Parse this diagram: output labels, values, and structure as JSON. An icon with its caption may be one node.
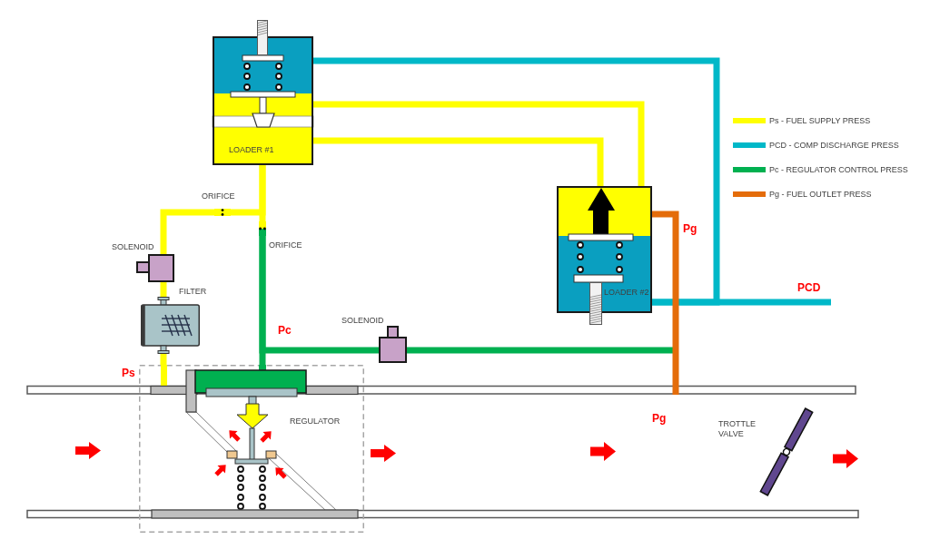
{
  "diagram": {
    "nodes": [
      {
        "text": [
          "LOADER #1"
        ]
      },
      {
        "text": [
          "LOADER #2"
        ]
      },
      {
        "text": [
          "ORIFICE"
        ]
      },
      {
        "text": [
          "ORIFICE"
        ]
      },
      {
        "text": [
          "SOLENOID"
        ]
      },
      {
        "text": [
          "FILTER"
        ]
      },
      {
        "text": [
          "SOLENOID"
        ]
      },
      {
        "text": [
          "REGULATOR"
        ]
      },
      {
        "text": [
          "TROTTLE VALVE"
        ]
      }
    ],
    "edges": [
      {
        "from": 0,
        "to": 1,
        "arrow": "none",
        "color": "#00b8c8"
      },
      {
        "from": 0,
        "to": 1,
        "arrow": "none"
      },
      {
        "from": 0,
        "to": 1,
        "arrow": "none"
      },
      {
        "from": 0,
        "to": 2,
        "arrow": "none"
      },
      {
        "from": 2,
        "to": 4,
        "arrow": "none"
      },
      {
        "from": 4,
        "to": 5,
        "arrow": "none"
      },
      {
        "from": 5,
        "to": 7,
        "arrow": "none"
      },
      {
        "from": 0,
        "to": 3,
        "arrow": "none"
      },
      {
        "from": 3,
        "to": 7,
        "arrow": "none",
        "color": "#00b050"
      },
      {
        "from": 3,
        "to": 6,
        "arrow": "none",
        "color": "#00b050"
      },
      {
        "from": 6,
        "to": null,
        "arrow": "none",
        "color": "#00b050"
      },
      {
        "from": 1,
        "to": null,
        "arrow": "none",
        "color": "#00b8c8"
      },
      {
        "from": 1,
        "to": null,
        "arrow": "none",
        "color": "#e46c0a"
      }
    ],
    "labels": [
      "Pg",
      "PCD",
      "Pc",
      "Ps",
      "Pg"
    ],
    "legend": [
      {
        "text": "Ps - FUEL SUPPLY PRESS",
        "color": "#ffff00"
      },
      {
        "text": "PCD - COMP DISCHARGE PRESS",
        "color": "#00b8c8"
      },
      {
        "text": "Pc - REGULATOR CONTROL PRESS",
        "color": "#00b050"
      },
      {
        "text": "Pg - FUEL OUTLET PRESS",
        "color": "#e46c0a"
      }
    ]
  }
}
